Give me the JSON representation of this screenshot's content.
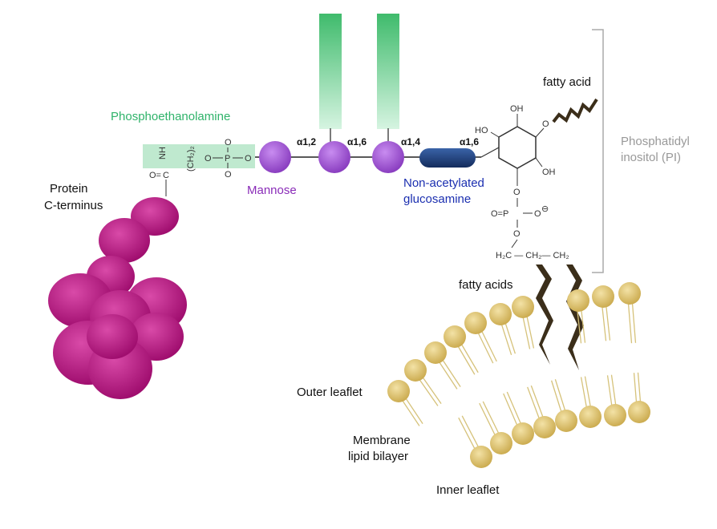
{
  "labels": {
    "phosphoethanolamine": "Phosphoethanolamine",
    "mannose": "Mannose",
    "non_acetylated_1": "Non-acetylated",
    "non_acetylated_2": "glucosamine",
    "protein_1": "Protein",
    "protein_2": "C-terminus",
    "fatty_acid": "fatty acid",
    "fatty_acids": "fatty acids",
    "pi_1": "Phosphatidyl",
    "pi_2": "inositol (PI)",
    "outer_leaflet": "Outer leaflet",
    "membrane_1": "Membrane",
    "membrane_2": "lipid bilayer",
    "inner_leaflet": "Inner leaflet"
  },
  "bonds": {
    "a12": "α1,2",
    "a16_mannose": "α1,6",
    "a14": "α1,4",
    "a16_inositol": "α1,6"
  },
  "chem": {
    "pe_O1": "O",
    "pe_P": "P",
    "pe_O2": "O",
    "pe_O_top": "O",
    "pe_O_bottom": "O",
    "pe_O_link": "O",
    "pe_CH2": "(CH₂)₂",
    "pe_NH": "NH",
    "pe_C": "C",
    "pe_CO": "O=",
    "ino_OH1": "OH",
    "ino_HO": "HO",
    "ino_OH2": "OH",
    "ino_O_right": "O",
    "ino_O_bottom": "O",
    "phos_O_eq": "O=P",
    "phos_O_minus": "O",
    "phos_minus": "⊖",
    "phos_O_low": "O",
    "glycerol": "H₂C — CH₂— CH₂"
  },
  "colors": {
    "protein": "#b5167f",
    "mannose": "#9b4fc7",
    "glucosamine": "#1d3f7a",
    "green_bar": "#4cc77a",
    "pe_box": "#bfe9cf",
    "lipid_head": "#d9bb5a",
    "pe_label": "#2fb36a",
    "mannose_label": "#8a2cb8",
    "glcn_label": "#1b2fb0",
    "pi_label": "#999999"
  }
}
